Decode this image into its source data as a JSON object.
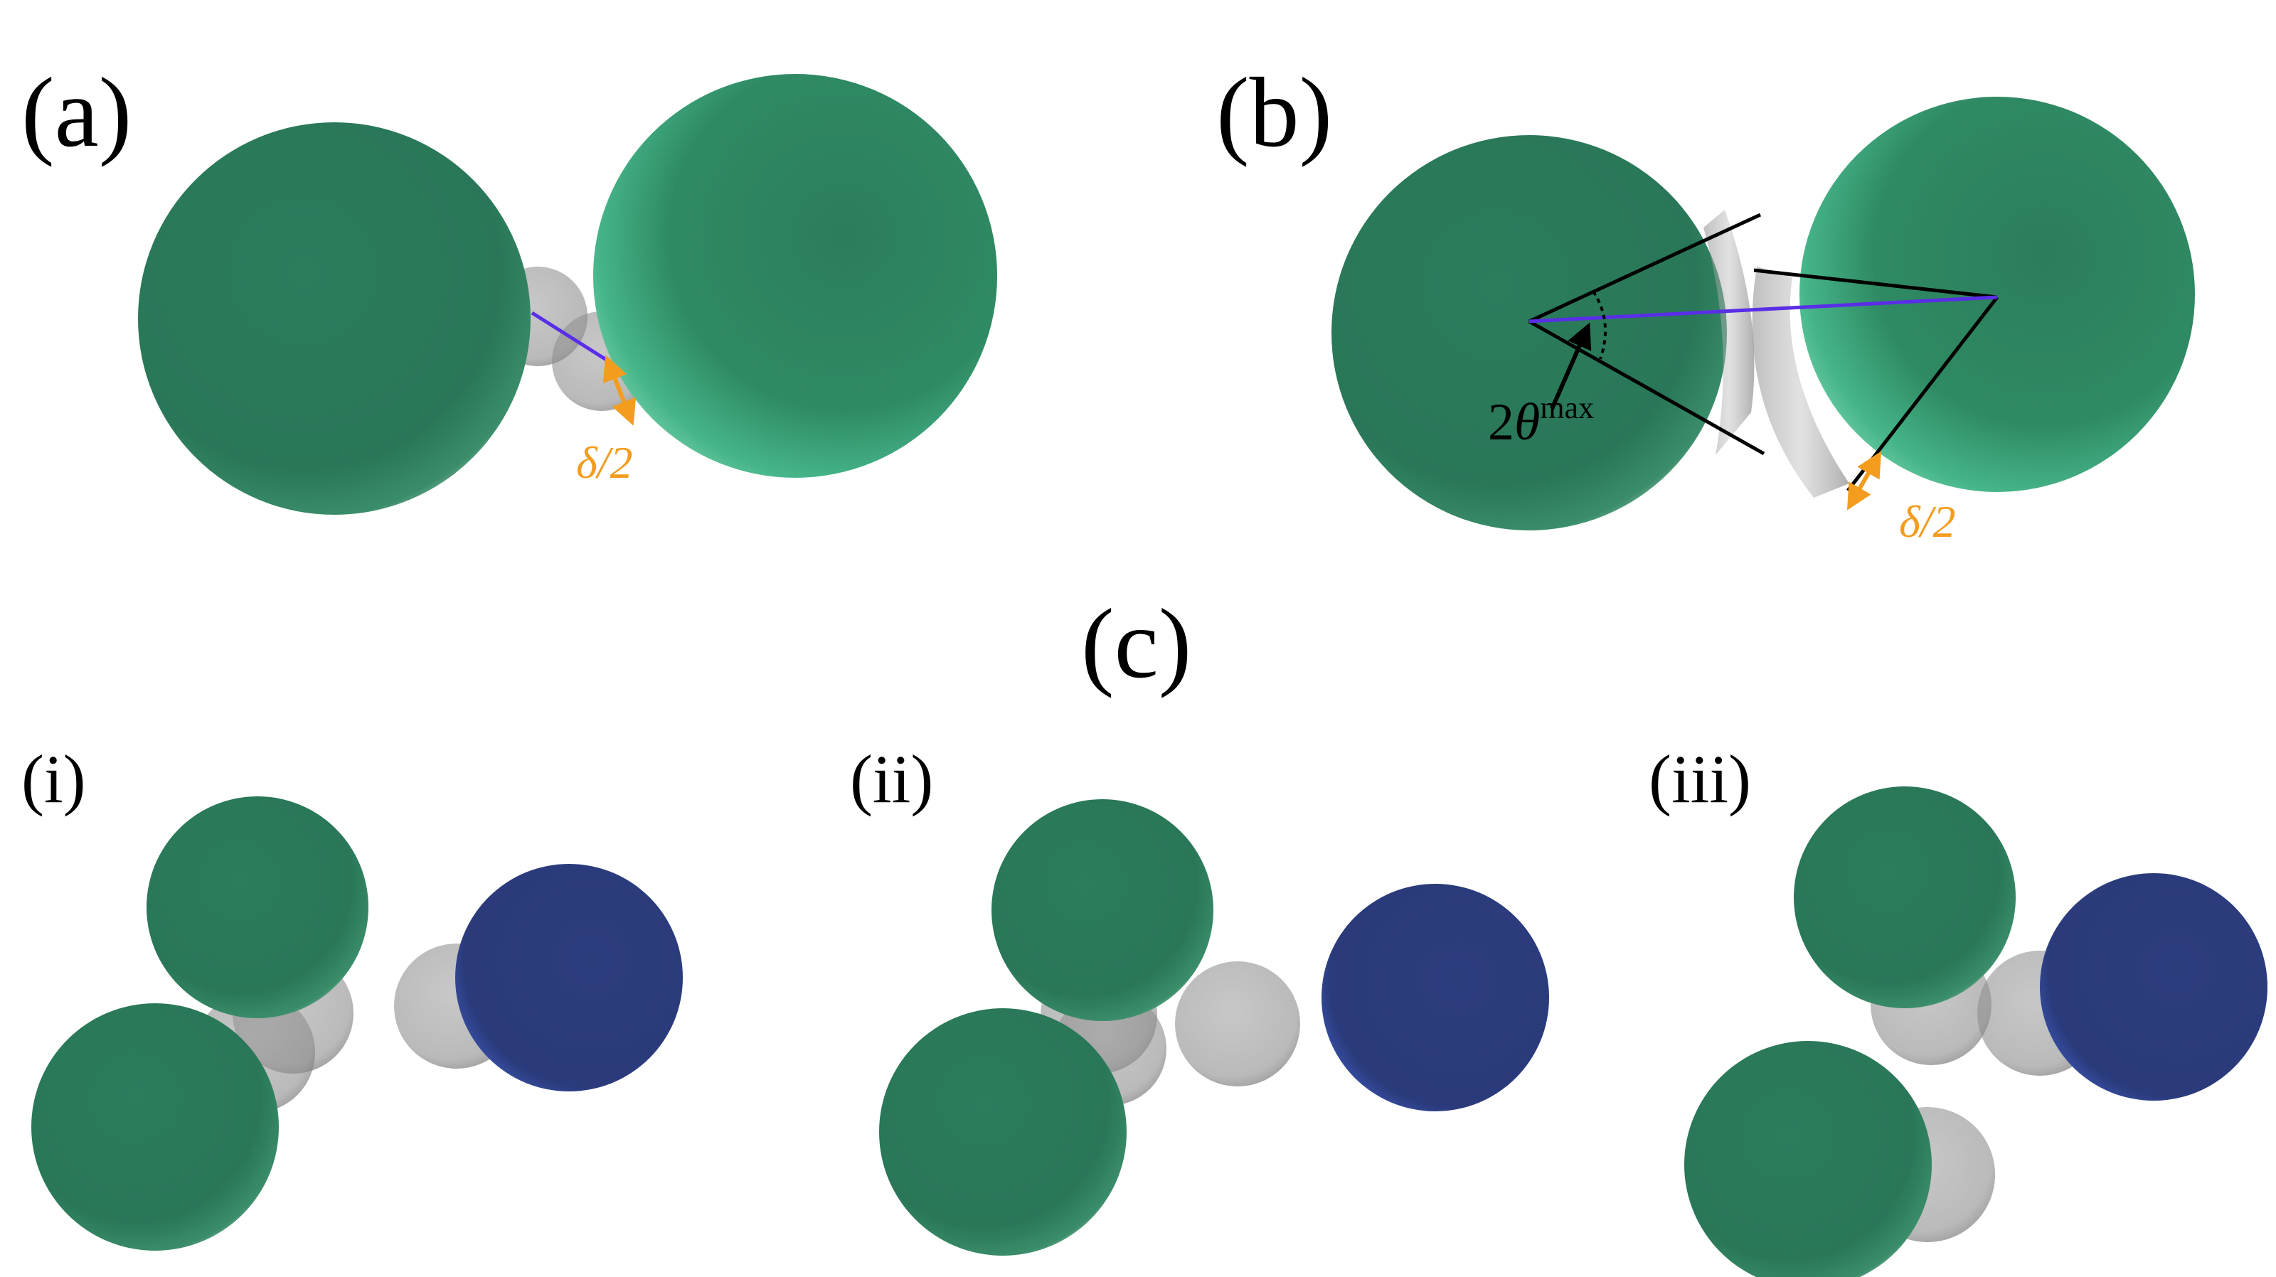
{
  "panels": {
    "a": {
      "label": "(a)"
    },
    "b": {
      "label": "(b)"
    },
    "c": {
      "label": "(c)"
    },
    "c_i": {
      "label": "(i)"
    },
    "c_ii": {
      "label": "(ii)"
    },
    "c_iii": {
      "label": "(iii)"
    }
  },
  "annotations": {
    "half_delta": "δ/2",
    "two": "2",
    "theta": "θ",
    "max": "max"
  },
  "colors": {
    "green_particle": "#2a7a5a",
    "blue_particle": "#2b3c7c",
    "patch_gray": "#9a9a9a",
    "bond_line": "#5a2ee6",
    "orange_arrow": "#f39c1e",
    "black": "#000000"
  }
}
